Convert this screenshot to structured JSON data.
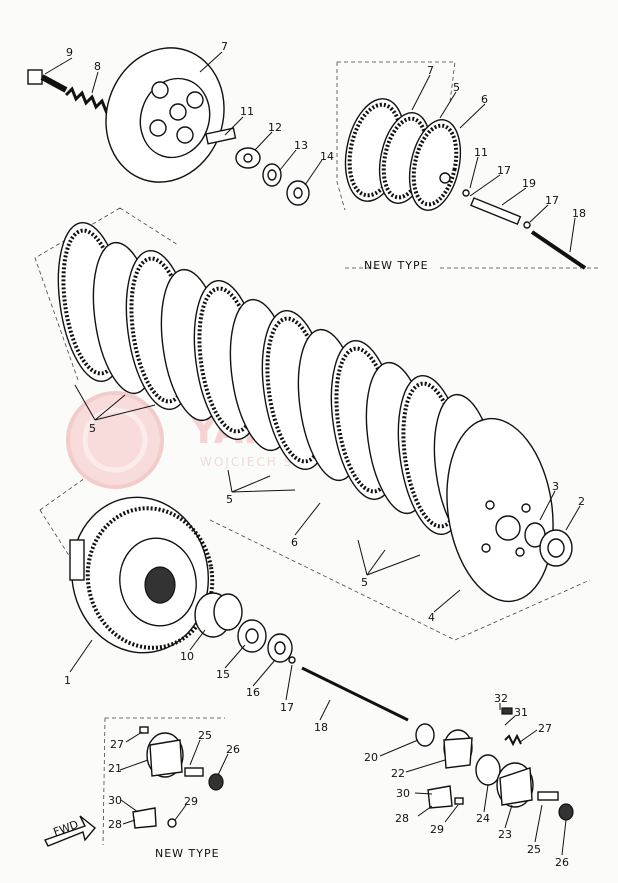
{
  "watermark": {
    "title": "YAMASAKI.PL",
    "subtitle": "WOJCIECH STANISŁAW · CZĘŚCI YAMAHA"
  },
  "new_type_labels": [
    "NEW TYPE",
    "NEW TYPE"
  ],
  "fwd_label": "FWD",
  "callouts": {
    "c9": "9",
    "c8": "8",
    "c7a": "7",
    "c11a": "11",
    "c12": "12",
    "c13": "13",
    "c14": "14",
    "c7b": "7",
    "c5a": "5",
    "c6a": "6",
    "c11b": "11",
    "c17a": "17",
    "c19": "19",
    "c17b": "17",
    "c18a": "18",
    "c5b": "5",
    "c5c": "5",
    "c6b": "6",
    "c3": "3",
    "c2": "2",
    "c5d": "5",
    "c4": "4",
    "c1": "1",
    "c10": "10",
    "c15": "15",
    "c16": "16",
    "c17c": "17",
    "c18b": "18",
    "c32": "32",
    "c31": "31",
    "c27a": "27",
    "c20": "20",
    "c22": "22",
    "c30a": "30",
    "c24": "24",
    "c23": "23",
    "c28a": "28",
    "c29a": "29",
    "c25a": "25",
    "c26a": "26",
    "c27b": "27",
    "c25b": "25",
    "c21": "21",
    "c26b": "26",
    "c30b": "30",
    "c29b": "29",
    "c28b": "28"
  }
}
